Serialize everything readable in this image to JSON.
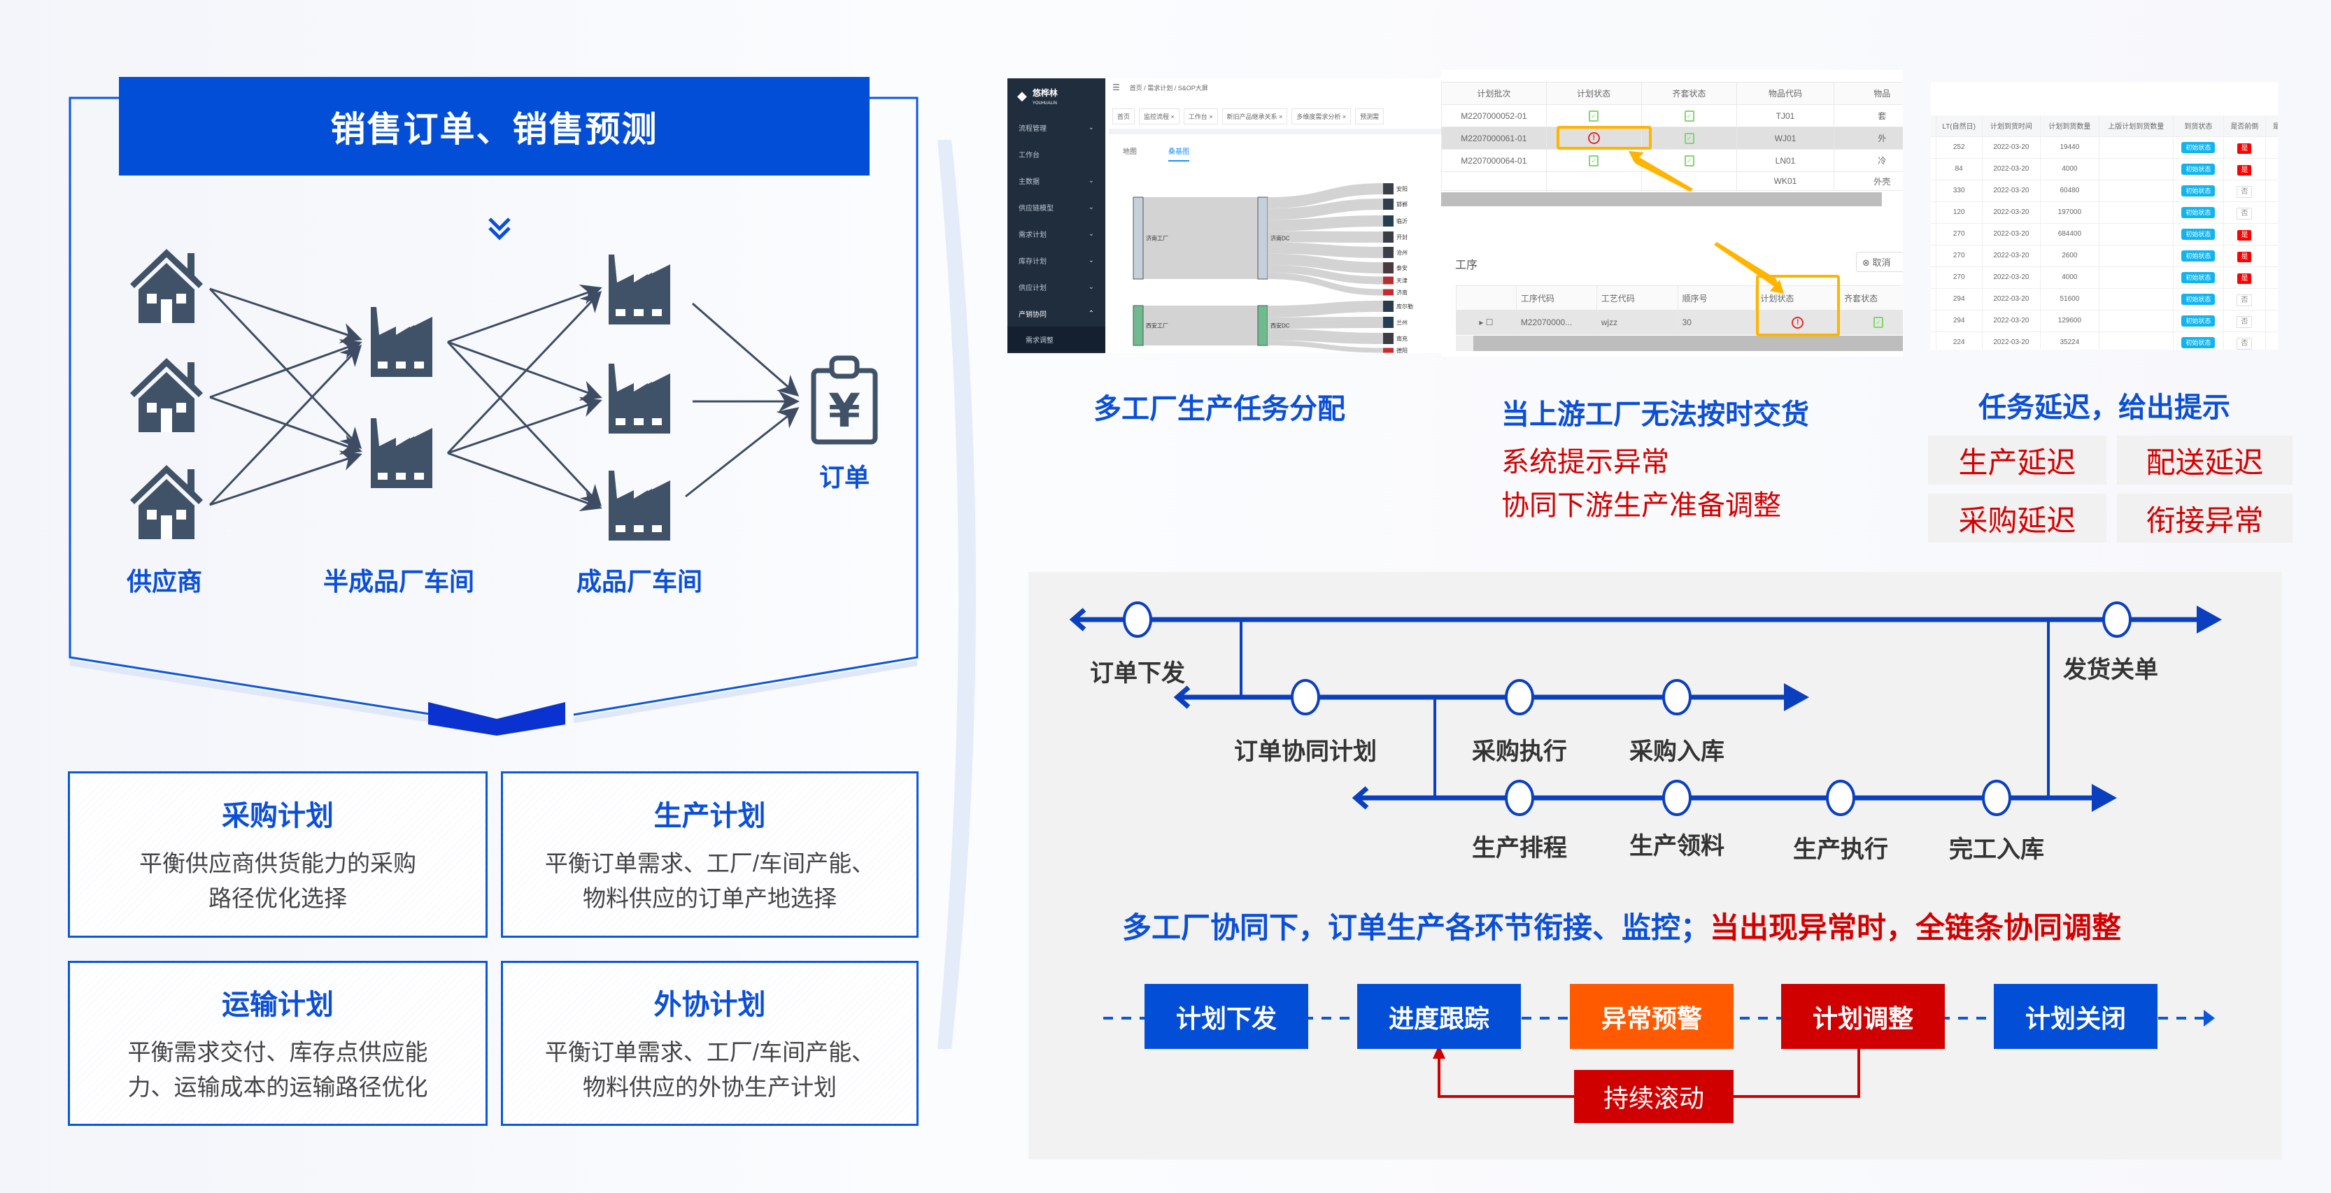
{
  "left": {
    "title": "销售订单、销售预测",
    "nodes": {
      "supplier": "供应商",
      "semi": "半成品厂车间",
      "finished": "成品厂车间",
      "order": "订单"
    },
    "plans": [
      {
        "title": "采购计划",
        "desc": [
          "平衡供应商供货能力的采购",
          "路径优化选择"
        ]
      },
      {
        "title": "生产计划",
        "desc": [
          "平衡订单需求、工厂/车间产能、",
          "物料供应的订单产地选择"
        ]
      },
      {
        "title": "运输计划",
        "desc": [
          "平衡需求交付、库存点供应能",
          "力、运输成本的运输路径优化"
        ]
      },
      {
        "title": "外协计划",
        "desc": [
          "平衡订单需求、工厂/车间产能、",
          "物料供应的外协生产计划"
        ]
      }
    ]
  },
  "app": {
    "logo": "悠桦林",
    "logo_sub": "YOUHUALIN",
    "breadcrumb": "首页 / 需求计划 / S&OP大屏",
    "tabs": [
      "首页",
      "监控流程 ×",
      "工作台 ×",
      "新旧产品继承关系 ×",
      "多维度需求分析 ×",
      "预测需"
    ],
    "menu": [
      {
        "label": "流程管理",
        "arrow": "⌄"
      },
      {
        "label": "工作台",
        "arrow": ""
      },
      {
        "label": "主数据",
        "arrow": "⌄"
      },
      {
        "label": "供应链模型",
        "arrow": "⌄"
      },
      {
        "label": "需求计划",
        "arrow": "⌄"
      },
      {
        "label": "库存计划",
        "arrow": "⌄"
      },
      {
        "label": "供应计划",
        "arrow": "⌄"
      },
      {
        "label": "产销协同",
        "arrow": "⌃"
      }
    ],
    "submenu": "需求调整",
    "view_tabs": [
      "地图",
      "桑基图"
    ],
    "sankey": {
      "sources": [
        {
          "label": "济南工厂",
          "color": "#c5d0da"
        },
        {
          "label": "西安工厂",
          "color": "#6fba8e"
        }
      ],
      "dcs": [
        {
          "label": "济南DC",
          "color": "#c5d0da"
        },
        {
          "label": "西安DC",
          "color": "#6fba8e"
        }
      ],
      "targets": [
        {
          "label": "安阳",
          "color": "#3a3f4a"
        },
        {
          "label": "邯郸",
          "color": "#2f3e4e"
        },
        {
          "label": "临沂",
          "color": "#24404f"
        },
        {
          "label": "开封",
          "color": "#3a3d45"
        },
        {
          "label": "沧州",
          "color": "#3d3f48"
        },
        {
          "label": "泰安",
          "color": "#4a3a40"
        },
        {
          "label": "天津",
          "color": "#b52f33"
        },
        {
          "label": "济南",
          "color": "#c8282e"
        },
        {
          "label": "库尔勒",
          "color": "#2a3c4c"
        },
        {
          "label": "兰州",
          "color": "#243d52"
        },
        {
          "label": "南充",
          "color": "#3d3c45"
        },
        {
          "label": "德阳",
          "color": "#cc2a2e"
        }
      ]
    }
  },
  "plan_table": {
    "headers": [
      "计划批次",
      "计划状态",
      "齐套状态",
      "物品代码",
      "物品"
    ],
    "rows": [
      {
        "batch": "M2207000052-01",
        "plan": "ok",
        "kit": "ok",
        "code": "TJ01",
        "name": "套"
      },
      {
        "batch": "M2207000061-01",
        "plan": "warn",
        "kit": "ok",
        "code": "WJ01",
        "name": "外"
      },
      {
        "batch": "M2207000064-01",
        "plan": "ok",
        "kit": "ok",
        "code": "LN01",
        "name": "冷"
      },
      {
        "batch": "",
        "plan": "",
        "kit": "",
        "code": "WK01",
        "name": "外壳"
      }
    ],
    "section": "工序",
    "cancel": "取消",
    "sub_headers": [
      "工序代码",
      "工艺代码",
      "顺序号",
      "计划状态",
      "齐套状态"
    ],
    "sub_row": {
      "op": "M22070000...",
      "craft": "wjzz",
      "seq": "30",
      "plan": "warn",
      "kit": "ok"
    }
  },
  "task_table": {
    "headers": [
      "LT(自然日)",
      "计划到货时间",
      "计划到货数量",
      "上版计划到货数量",
      "到货状态",
      "是否前倒",
      "是否"
    ],
    "rows": [
      [
        "252",
        "2022-03-20",
        "19440",
        "",
        "初始状态",
        "是"
      ],
      [
        "84",
        "2022-03-20",
        "4000",
        "",
        "初始状态",
        "是"
      ],
      [
        "330",
        "2022-03-20",
        "60480",
        "",
        "初始状态",
        "否"
      ],
      [
        "120",
        "2022-03-20",
        "197000",
        "",
        "初始状态",
        "否"
      ],
      [
        "270",
        "2022-03-20",
        "684400",
        "",
        "初始状态",
        "是"
      ],
      [
        "270",
        "2022-03-20",
        "2600",
        "",
        "初始状态",
        "是"
      ],
      [
        "270",
        "2022-03-20",
        "4000",
        "",
        "初始状态",
        "是"
      ],
      [
        "294",
        "2022-03-20",
        "51600",
        "",
        "初始状态",
        "否"
      ],
      [
        "294",
        "2022-03-20",
        "129600",
        "",
        "初始状态",
        "否"
      ],
      [
        "224",
        "2022-03-20",
        "35224",
        "",
        "初始状态",
        "否"
      ]
    ]
  },
  "captions": {
    "allocation": "多工厂生产任务分配",
    "upstream": "当上游工厂无法按时交货",
    "upstream_lines": [
      "系统提示异常",
      "协同下游生产准备调整"
    ],
    "delay": "任务延迟，给出提示",
    "delay_tags": [
      "生产延迟",
      "配送延迟",
      "采购延迟",
      "衔接异常"
    ]
  },
  "timeline": {
    "order_issue": "订单下发",
    "ship_close": "发货关单",
    "middle": [
      "订单协同计划",
      "采购执行",
      "采购入库"
    ],
    "bottom": [
      "生产排程",
      "生产领料",
      "生产执行",
      "完工入库"
    ]
  },
  "summary": {
    "blue": "多工厂协同下，订单生产各环节衔接、监控；",
    "red": "当出现异常时，全链条协同调整"
  },
  "flow": {
    "steps": [
      {
        "label": "计划下发",
        "color": "#034ed6"
      },
      {
        "label": "进度跟踪",
        "color": "#034ed6"
      },
      {
        "label": "异常预警",
        "color": "#ff5a00"
      },
      {
        "label": "计划调整",
        "color": "#d00000"
      },
      {
        "label": "计划关闭",
        "color": "#034ed6"
      }
    ],
    "loop": "持续滚动"
  }
}
